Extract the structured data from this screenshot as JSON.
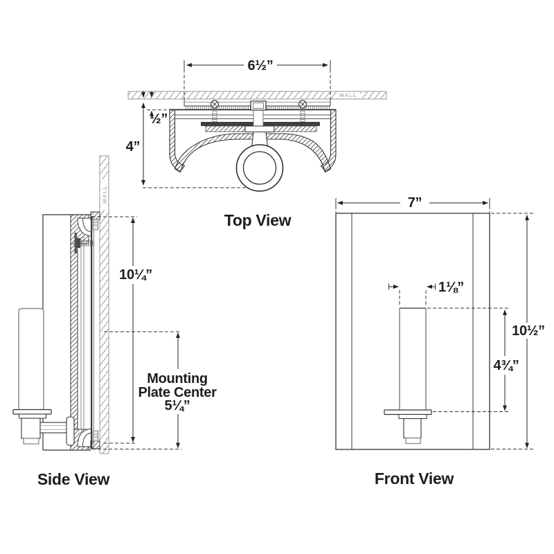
{
  "views": {
    "top": {
      "label": "Top View",
      "wall_label": "WALL",
      "dims": {
        "width": "6½”",
        "plate_offset": "½”",
        "depth": "4”"
      }
    },
    "side": {
      "label": "Side View",
      "wall_label": "WALL",
      "dims": {
        "height": "10¼”",
        "mount_line1": "Mounting",
        "mount_line2": "Plate Center",
        "mount_value": "5¼”"
      }
    },
    "front": {
      "label": "Front View",
      "dims": {
        "width": "7”",
        "candle_width": "1⅛”",
        "height": "10½”",
        "candle_height": "4¾”"
      }
    }
  },
  "colors": {
    "line": "#333333",
    "wall_gray": "#9a9a9a",
    "candle_gray": "#8a8a8a",
    "dark_band": "#3f3f3f"
  }
}
